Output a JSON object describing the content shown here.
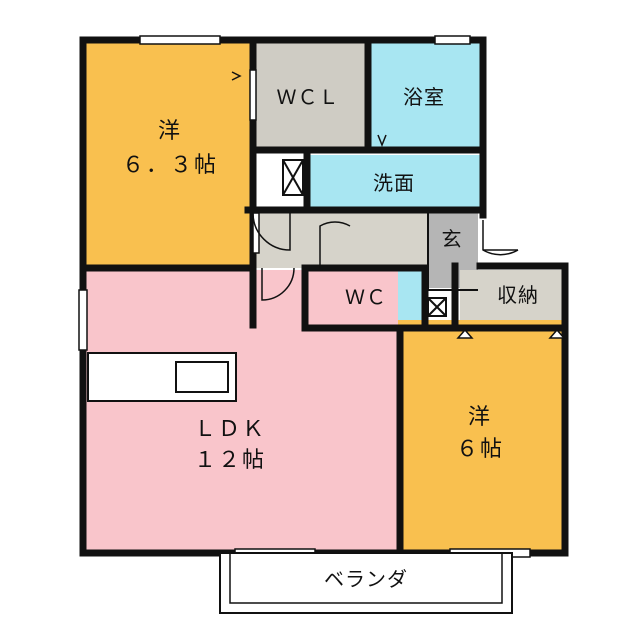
{
  "rooms": {
    "western_1": {
      "label_line1": "洋",
      "label_line2": "６．３帖",
      "color": "#f9c04f"
    },
    "wcl": {
      "label": "ＷＣＬ",
      "color": "#cfccc4"
    },
    "bath": {
      "label": "浴室",
      "color": "#a8e6f2"
    },
    "washroom": {
      "label": "洗面",
      "color": "#a8e6f2"
    },
    "entrance": {
      "label": "玄",
      "color": "#b5b5b5"
    },
    "hall": {
      "color": "#d6d3ca"
    },
    "wc": {
      "label": "ＷＣ",
      "color": "#a8e6f2"
    },
    "storage": {
      "label": "収納",
      "color": "#d6d3ca"
    },
    "ldk": {
      "label_line1": "ＬＤＫ",
      "label_line2": "１２帖",
      "color": "#f9c5cb"
    },
    "western_2": {
      "label_line1": "洋",
      "label_line2": "６帖",
      "color": "#f9c04f"
    },
    "veranda": {
      "label": "ベランダ",
      "color": "#ffffff"
    }
  },
  "colors": {
    "wall": "#111111",
    "kitchen_counter": "#ffffff"
  }
}
